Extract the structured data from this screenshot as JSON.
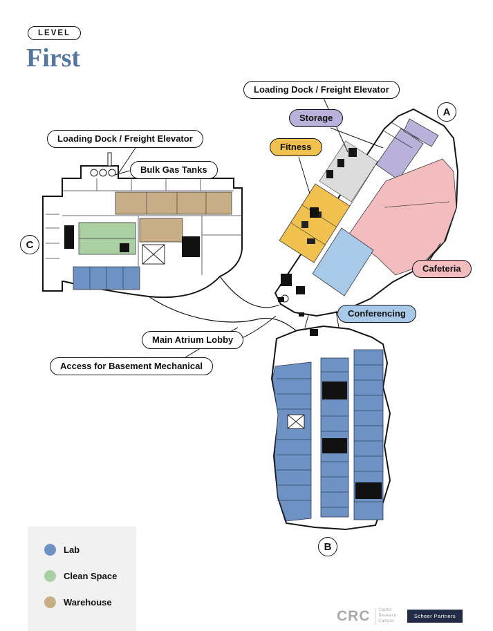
{
  "header": {
    "level_badge": "LEVEL",
    "level_name": "First"
  },
  "callouts": {
    "loading_dock_a": "Loading Dock / Freight Elevator",
    "loading_dock_c": "Loading Dock / Freight Elevator",
    "bulk_gas_tanks": "Bulk Gas Tanks",
    "main_atrium_lobby": "Main Atrium Lobby",
    "access_basement": "Access for Basement Mechanical"
  },
  "zones": {
    "storage": {
      "label": "Storage",
      "color": "#b9b1d9"
    },
    "fitness": {
      "label": "Fitness",
      "color": "#f0c14e"
    },
    "cafeteria": {
      "label": "Cafeteria",
      "color": "#f3bcbe"
    },
    "conferencing": {
      "label": "Conferencing",
      "color": "#a9c9e8"
    }
  },
  "wing_markers": {
    "a": "A",
    "b": "B",
    "c": "C"
  },
  "legend": {
    "items": [
      {
        "label": "Lab",
        "color": "#6e92c3"
      },
      {
        "label": "Clean Space",
        "color": "#a9cfa3"
      },
      {
        "label": "Warehouse",
        "color": "#c8ae87"
      }
    ]
  },
  "footer": {
    "crc_logo": "CRC",
    "crc_lines": [
      "Capital",
      "Research",
      "Campus"
    ],
    "partner_logo": "Scheer Partners"
  },
  "accent_colors": {
    "title": "#54779e",
    "wall": "#141414"
  }
}
